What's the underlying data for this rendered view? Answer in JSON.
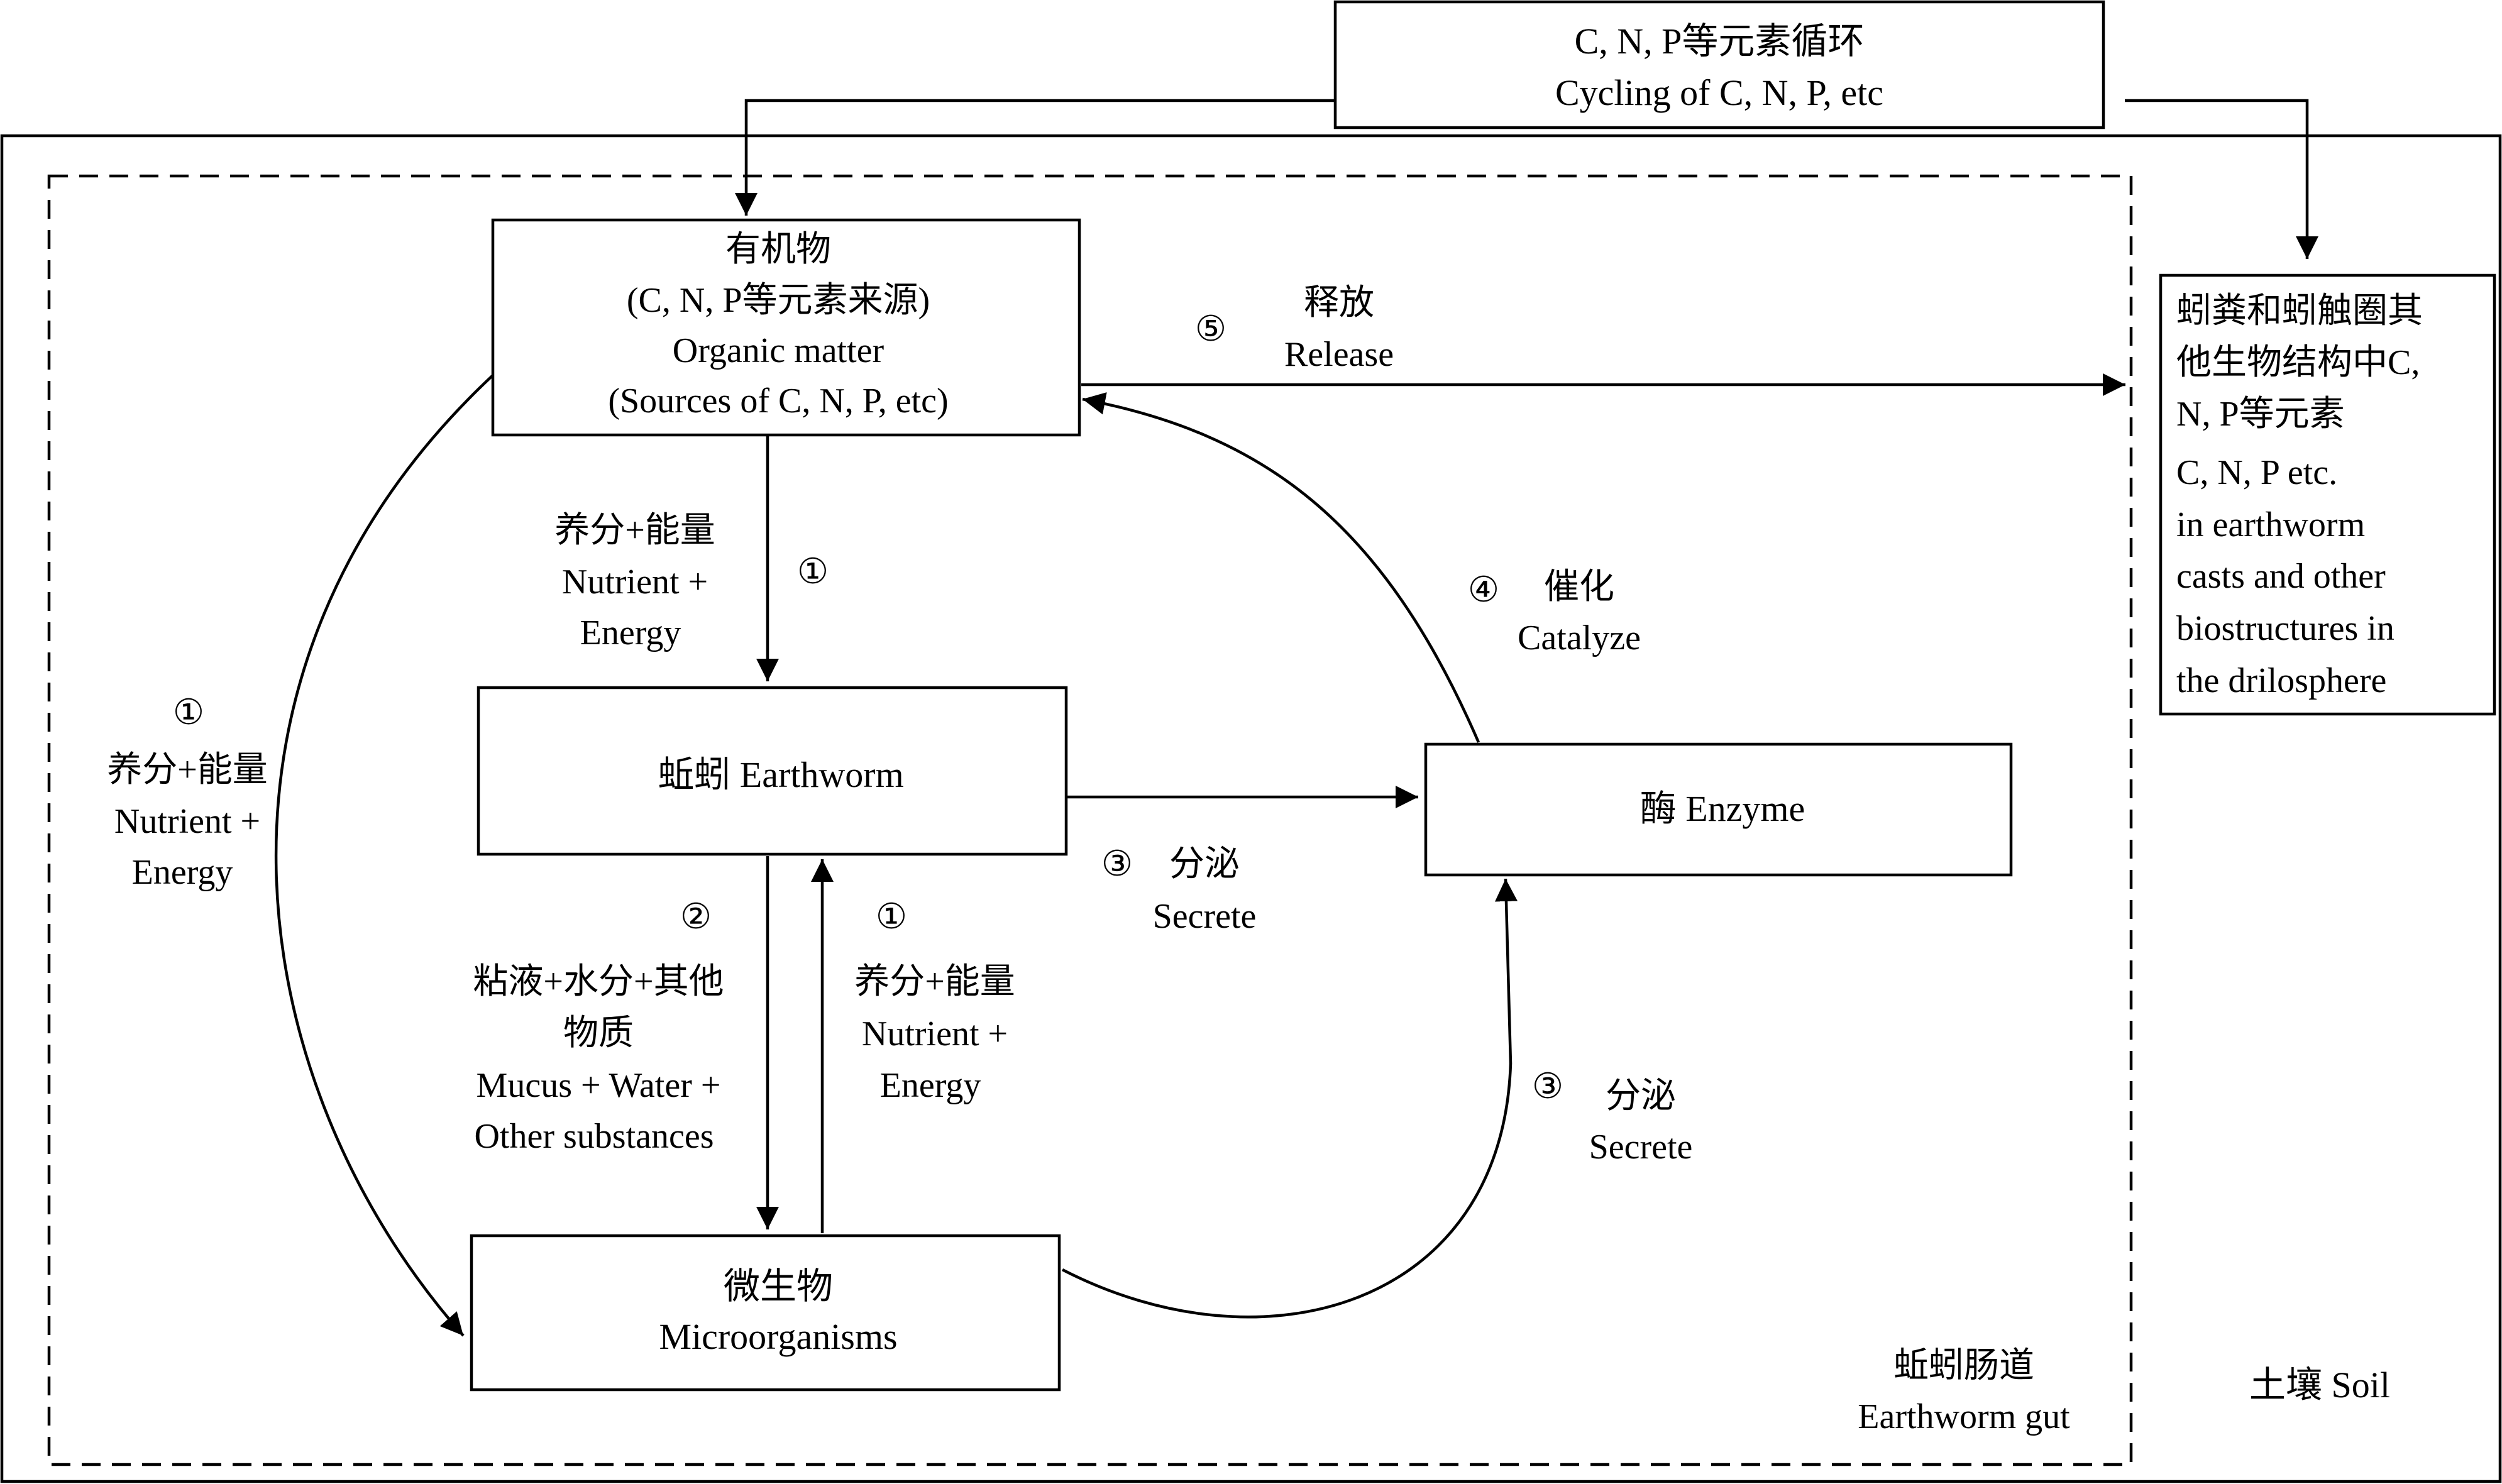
{
  "top_box": {
    "line1": "C, N, P等元素循环",
    "line2": "Cycling of C, N, P, etc"
  },
  "organic_box": {
    "line1": "有机物",
    "line2": "(C, N, P等元素来源)",
    "line3": "Organic matter",
    "line4": "(Sources of C, N, P, etc)"
  },
  "earthworm_box": {
    "label": "蚯蚓 Earthworm"
  },
  "enzyme_box": {
    "label": "酶 Enzyme"
  },
  "microbe_box": {
    "line1": "微生物",
    "line2": "Microorganisms"
  },
  "right_box": {
    "lines": [
      "蚓粪和蚓触圈其",
      "他生物结构中C,",
      "N, P等元素",
      "C, N, P etc.",
      "in earthworm",
      "casts and other",
      "biostructures in",
      "the drilosphere"
    ]
  },
  "labels": {
    "release": {
      "num": "⑤",
      "zh": "释放",
      "en": "Release"
    },
    "nutrient_organic_earthworm": {
      "num": "①",
      "zh": "养分+能量",
      "en1": "Nutrient +",
      "en2": "Energy"
    },
    "nutrient_left": {
      "num": "①",
      "zh": "养分+能量",
      "en1": "Nutrient +",
      "en2": "Energy"
    },
    "catalyze": {
      "num": "④",
      "zh": "催化",
      "en": "Catalyze"
    },
    "secrete_earthworm": {
      "num": "③",
      "zh": "分泌",
      "en": "Secrete"
    },
    "mucus": {
      "num": "②",
      "zh1": "粘液+水分+其他",
      "zh2": "物质",
      "en1": "Mucus + Water +",
      "en2": "Other substances"
    },
    "nutrient_microbe": {
      "num": "①",
      "zh": "养分+能量",
      "en1": "Nutrient +",
      "en2": "Energy"
    },
    "secrete_microbe": {
      "num": "③",
      "zh": "分泌",
      "en": "Secrete"
    },
    "gut": {
      "zh": "蚯蚓肠道",
      "en": "Earthworm gut"
    },
    "soil": {
      "label": "土壤 Soil"
    }
  }
}
